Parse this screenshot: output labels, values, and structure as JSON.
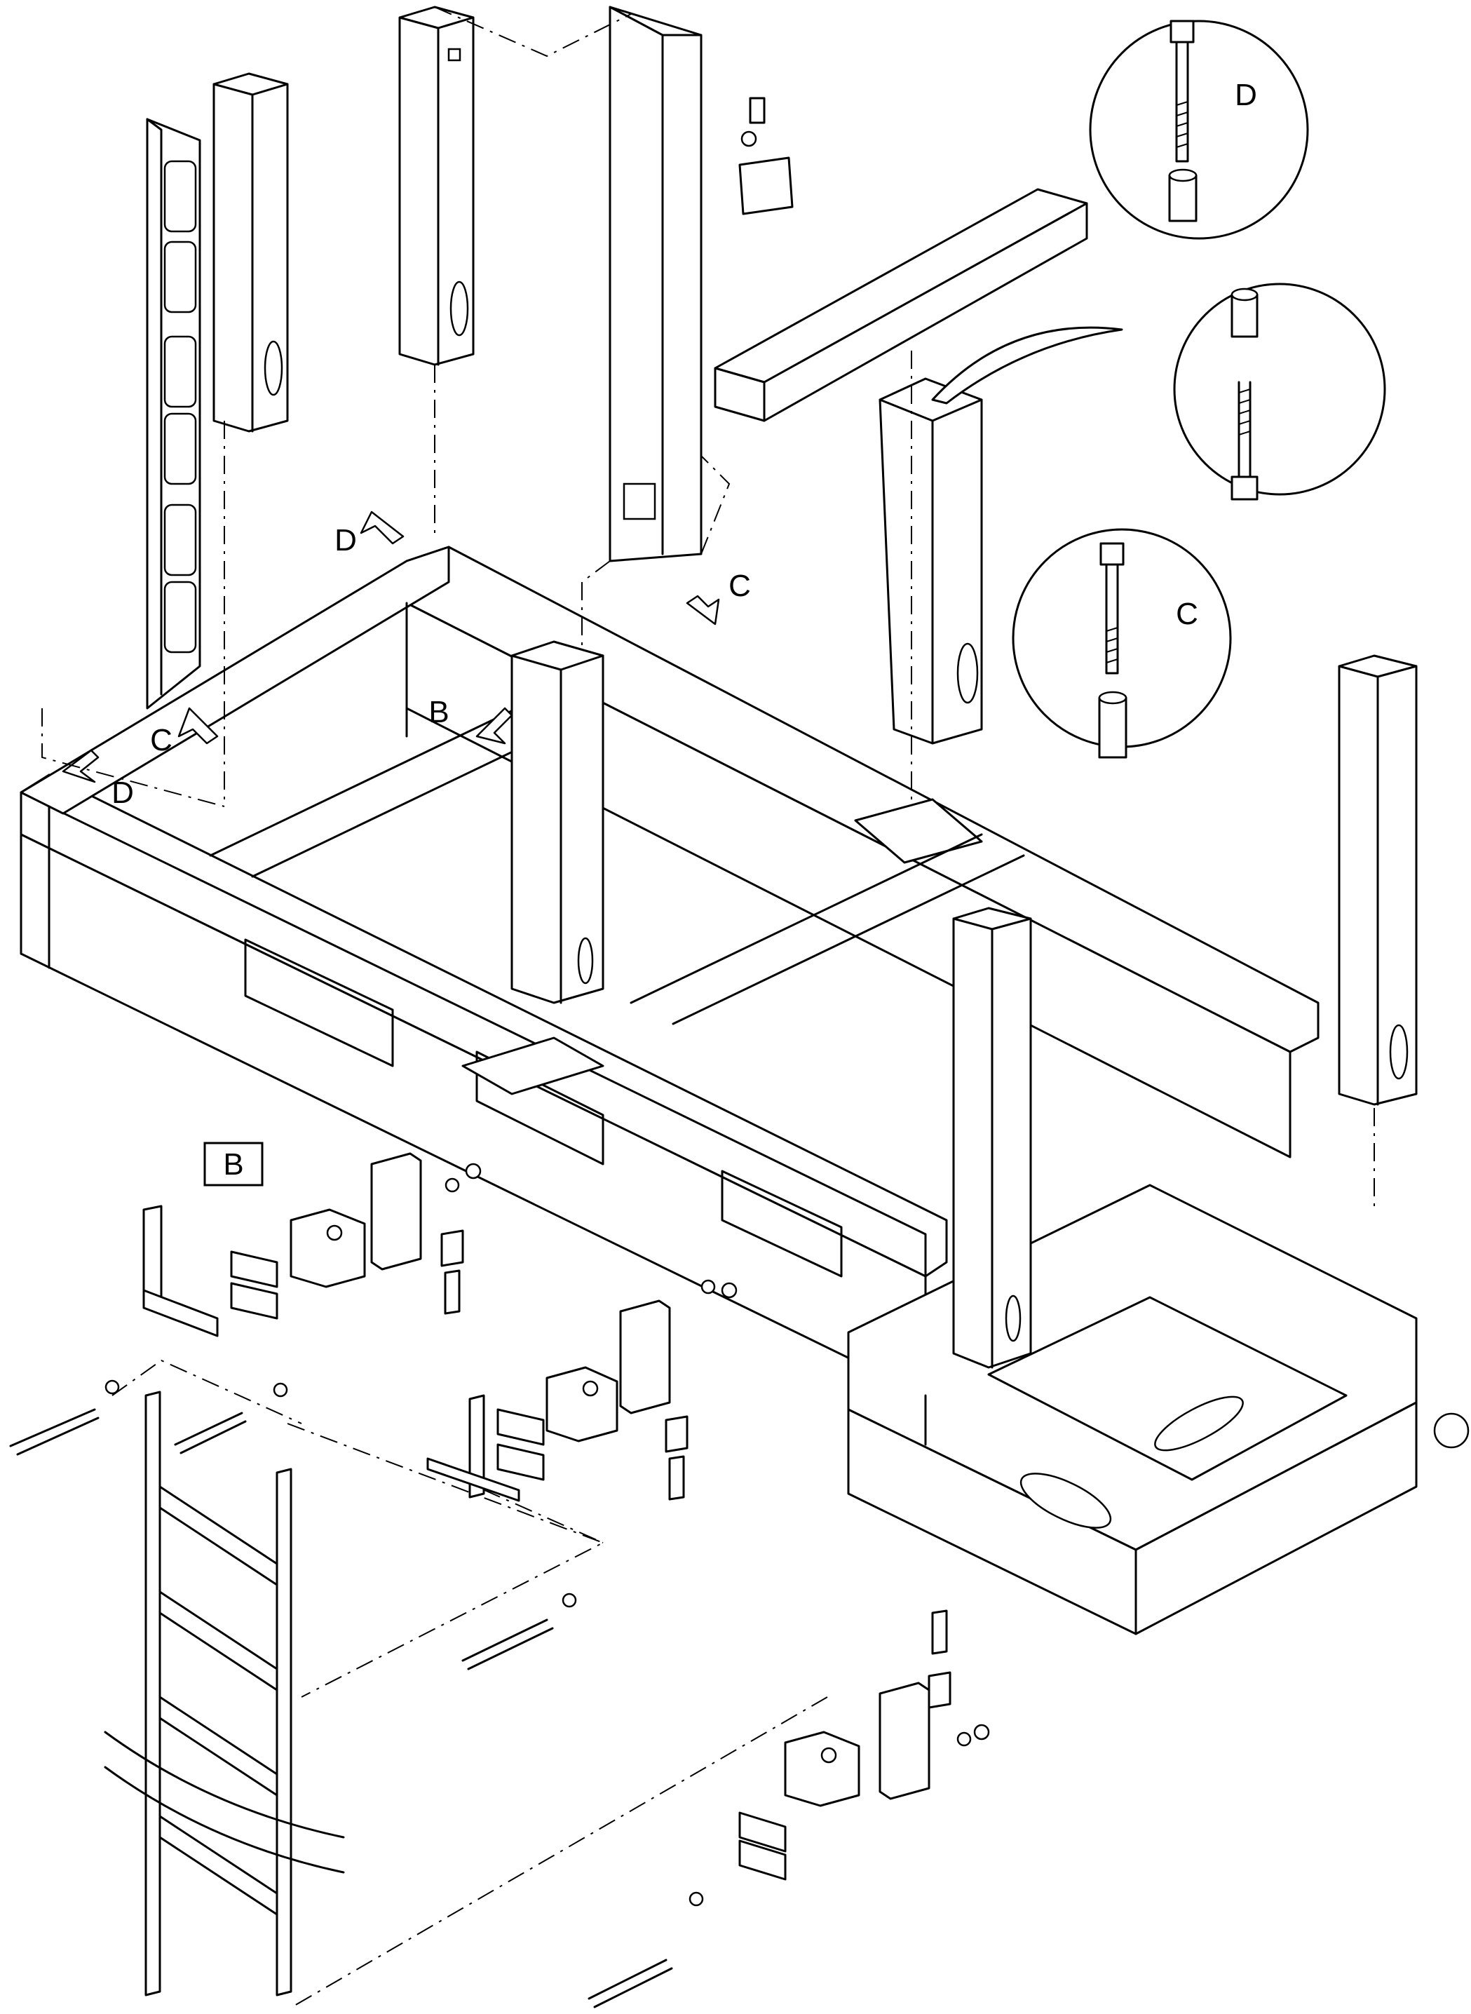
{
  "labels": {
    "detail_b_box": "B",
    "view_b_arrow": "B",
    "view_c_top": "C",
    "view_c_left": "C",
    "view_d_upper": "D",
    "view_d_left": "D",
    "detail_d": "D",
    "detail_c": "C"
  },
  "colors": {
    "line": "#000000",
    "background": "#ffffff"
  }
}
